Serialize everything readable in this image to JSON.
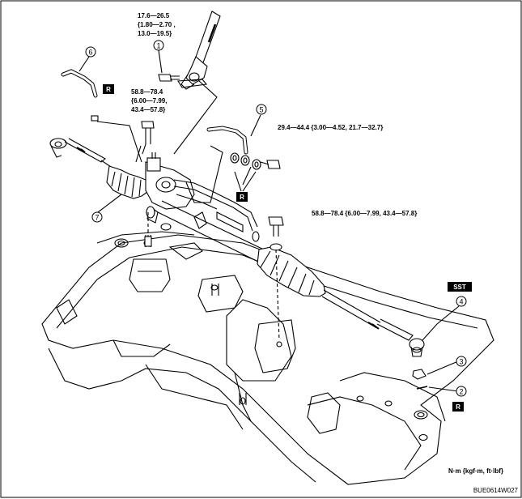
{
  "torques": {
    "t1": [
      "17.6—26.5",
      "{1.80—2.70 ,",
      "13.0—19.5}"
    ],
    "t2": [
      "58.8—78.4",
      "{6.00—7.99,",
      "43.4—57.8}"
    ],
    "t3": "29.4—44.4 {3.00—4.52, 21.7—32.7}",
    "t4": "58.8—78.4 {6.00—7.99, 43.4—57.8}"
  },
  "callouts": [
    "1",
    "2",
    "3",
    "4",
    "5",
    "6",
    "7"
  ],
  "badges": {
    "replace": "R",
    "sst": "SST"
  },
  "units": "N·m {kgf·m, ft·lbf}",
  "figure_code": "BUE0614W027"
}
